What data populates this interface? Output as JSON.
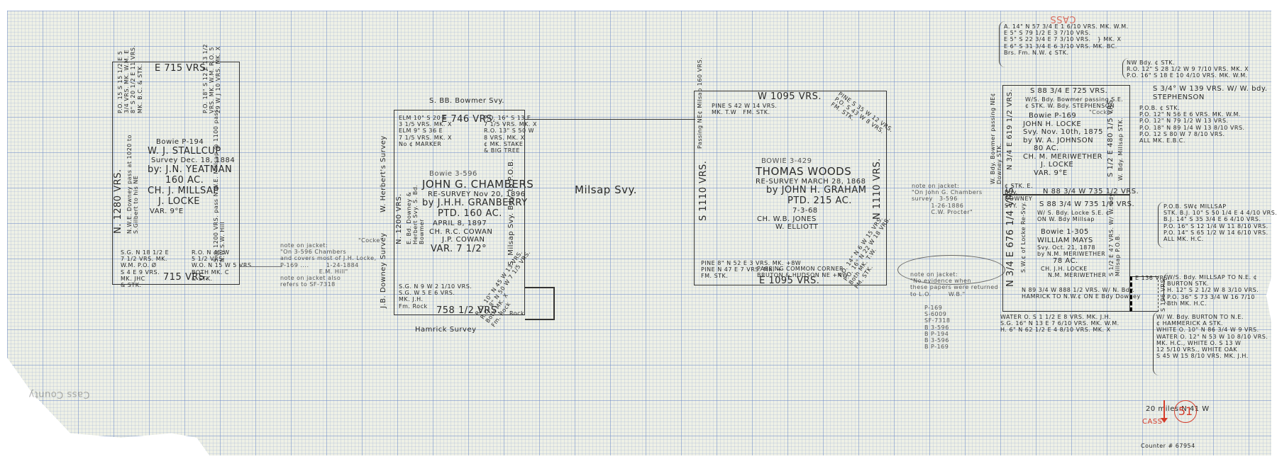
{
  "document": {
    "type": "survey sketch map on graph paper",
    "top_right_stamp": "CASS",
    "bottom_left_faint": "Cass County",
    "bottom_right": {
      "distance": "20 miles N 41 W",
      "county": "CASS",
      "sheet_number": "51",
      "counter": "Counter # 67954"
    }
  },
  "center_label": "Milsap Svy.",
  "tract1": {
    "top": "E 715 VRS.",
    "bottom": "715 VRS.",
    "left": "N. 1280 VRS.",
    "left_note": "N.W.E. Downey pass at 1020 to S.Gilbert to his NE",
    "right": "S @ 1200 VRS. pass N.W.E. Millsap @ 1100 pass N.W.S.W. Hill",
    "tl_corner": "P.O. 15 S 15 1/2 E 5 3/4 VRS. MK. W.M. E 8\" S 20 1/2 E 11 VRS. MK. B.C. & STK.",
    "tr_corner": "P.O. 18\" S 12 E 13 1/2 VRS. MK. W.M. R.O. 5 29 W J 10 VRS. MK. X",
    "bl_corner": "S.G. N 18 1/2 E\n7 1/2 VRS. MK.\nW.M. P.O. Ø\nS 4 E 9 VRS.\nMK. JHC\n& STK.",
    "br_corner": "R.O. N 45 W\n5 1/2 VRS.\nW.O. N 15 W 5 VRS.\nBOTH MK. C\n& STK.",
    "body": [
      "Bowie P-194",
      "W. J. STALLCUP",
      "Survey Dec. 18, 1884",
      "by: J.N. YEATMAN",
      "160 AC.",
      "CH. J. MILLSAP",
      "J. LOCKE",
      "VAR. 9°E"
    ]
  },
  "tract2": {
    "north_adjoiner": "S. BB. Bowmer Svy.",
    "west_adjoiner": "W. Herbert's Survey",
    "west_adjoiner2": "J.B. Downey Survey",
    "south_adjoiner": "Hamrick Survey",
    "top": "E 746 VRS.",
    "bottom": "758 1/2 VRS.",
    "left": "N. 1200 VRS.",
    "left_note": "E. Bd. Downey & Herbert Svy. S. Bd. Bowmer",
    "right": "S. Milsap Svy. Bdy. to P.O.B.",
    "tl_corner": "ELM 10\" S 20 E\n3 1/5 VRS. MK. X\nELM 9\" S 36 E\n7 1/5 VRS. MK. X\nNo ¢ MARKER",
    "tr_corner": "P.O. 16\" S 13 E\n7 1/5 VRS. MK. X\nR.O. 13\" S 50 W\n8 VRS. MK. X\n¢ MK. STAKE\n& BIG TREE",
    "bl_corner": "S.G. N 9 W 2 1/10 VRS.\nS.G. W 5 E 6 VRS.\nMK. J.H.\nFm. Rock",
    "br_corner": "R.O. 10\" N 45 W 13 VRS.\nR.O. 8\" N 50 W 7 1/5 VRS.\nBoth MK. X\nFm. Rock",
    "rock_label": "Rock",
    "body": [
      "Bowie 3-596",
      "JOHN G. CHAMBERS",
      "RE-SURVEY Nov 20, 1896",
      "by J.H.H. GRANBERRY",
      "PTD. 160 AC.",
      "APRIL 8, 1897",
      "CH. R.C. COWAN",
      "J.P. COWAN",
      "VAR. 7 1/2°"
    ]
  },
  "tract3": {
    "top": "W 1095 VRS.",
    "bottom": "E 1095 VRS.",
    "left": "S 1110 VRS.",
    "right": "N 1110 VRS.",
    "left_note": "Passing NE¢ Milsap 160 VRS.",
    "tl_corner": "PINE S 42 W 14 VRS.\nMK. T.W   FM. STK.",
    "tr_corner": "PINE S 35 W 12 VRS.\nP.O. S 43 W 8 VRS.\nFM. STK.",
    "bl_corner": "PINE 8\" N 52 E 3 VRS. MK. +8W\nPINE N 47 E 7 VRS. MK. +\nFM. STK.",
    "bottom_note": "PASSING COMMON CORNER\nBRUTON & HUDSON NE +NW",
    "br_corner": "P.O. 14\" N 6 W 15 VRS.\nP.O. 16\" N 22 W 18 VRS.\nBoth MK. T.W.\nFM. STK.",
    "body": [
      "BOWIE 3-429",
      "THOMAS WOODS",
      "RE-SURVEY MARCH 28, 1868",
      "by JOHN H. GRAHAM",
      "PTD. 215 AC.",
      "7-3-68",
      "CH. W.B. JONES",
      "W. ELLIOTT"
    ]
  },
  "tract4": {
    "top": "S 88 3/4 E 725 VRS.",
    "top_note": "W/S. Bdy. Bowmer passing S.E. ¢ STK. W. Bdy. STEPHENSON",
    "divider": "N 88 3/4 W 735 1/2 VRS.",
    "divider_note": "¢ STK. E. Bdy. DOWNEY SVY.",
    "left": "N 3/4 E 619 1/2 VRS.",
    "left_note": "W. Bdy. Bowmer passing NE¢ Downey STK.",
    "right": "S 1/2 E 480 1/5 VRS.",
    "right_note": "W. Bdy. Millsap STK.",
    "body": [
      "Bowie P-169",
      "JOHN H. LOCKE",
      "Svy. Nov. 10th, 1875",
      "by W. A. JOHNSON",
      "80 AC.",
      "CH. M. MERIWETHER",
      "J. LOCKE",
      "VAR. 9°E"
    ],
    "cocke_note": "\"Cocke\""
  },
  "tract5": {
    "top": "S 88 3/4 W 735 1/2 VRS.",
    "top_note": "W/ S. Bdy. Locke S.E. ¢\nON W. Bdy Millsap",
    "left": "N 3/4 E 676 1/4 VRS.",
    "left_note": "S.W.¢ of Locke Re-Svy.",
    "right": "S 1/2 E 47 VRS. W/ W. Bdy. Millsap P.O.B.",
    "bottom": "N 89 3/4 W 888 1/2 VRS. W/ N. Bdy.\nHAMRICK TO N.W.¢ ON E Bdy Downey",
    "body": [
      "Bowie 1-305",
      "WILLIAM MAYS",
      "Svy. Oct. 21, 1878",
      "by N.M. MERIWETHER",
      "78 AC.",
      "CH. J.H. LOCKE",
      "N.M. MERIWETHER"
    ],
    "bottom_calls": "WATER O. S 1 1/2 E 8 VRS. MK. J.H.\nS.G. 16\" N 13 E 7 6/10 VRS. MK. W.M.\nH. 6\" N 62 1/2 E 4 8/10 VRS. MK. X"
  },
  "tract6": {
    "top": "E 136 VRS.",
    "left": "S 196 VRS."
  },
  "right_notes": {
    "top_left_block": "A. 14\" N 57 3/4 E 1 6/10 VRS. MK. W.M.\nE 5\" S 79 1/2 E 3 7/10 VRS.\nE 5\" S 22 3/4 E 7 3/10 VRS.   } MK. X\nE 6\" S 31 3/4 E 6 3/10 VRS. MK. BC.\nBrs. Fm. N.W. ¢ STK.",
    "nw_block": "NW Bdy. ¢ STK.\nR.O. 12\" S 28 1/2 W 9 7/10 VRS. MK. X\nP.O. 16\" S 18 E 10 4/10 VRS. MK. W.M.",
    "stephenson_call": "S 3/4° W 139 VRS. W/ W. bdy.\nSTEPHENSON",
    "pob_block": "P.O.B. ¢ STK.\nP.O. 12\" N 56 E 6 VRS. MK. W.M.\nP.O. 12\" N 79 1/2 W 13 VRS.\nP.O. 18\" N 89 1/4 W 13 8/10 VRS.\nP.O. 12 S 80 W 7 8/10 VRS.\nALL MK. E.B.C.",
    "pob_sw_block": "P.O.B. SW¢ MILLSAP\nSTK. B.J. 10\" S 50 1/4 E 4 4/10 VRS.\nB.J. 14\" S 35 3/4 E 6 4/10 VRS.\nP.O. 16\" S 12 1/4 W 11 8/10 VRS.\nP.O. 14\" S 65 1/2 W 14 6/10 VRS.\nALL MK. H.C.",
    "burton_block": "W/S. Bdy. MILLSAP TO N.E. ¢\nBURTON STK.\nH. 12\" S 2 1/2 W 8 3/10 VRS.\nP.O. 36\" S 73 3/4 W 16 7/10\nBth MK. H.C.",
    "hammerick_block": "W/ W. Bdy. BURTON TO N.E.\n¢ HAMMERICK A STK.\nWHITE O. 10\" N 86 3/4 W 9 VRS.\nWATER O. 12\" N 53 W 10 8/10 VRS.\nMK. H.C., WHITE O. S 13 W\n12 5/10 VRS., WHITE OAK\nS 45 W 15 8/10 VRS. MK. J.H."
  },
  "jacket_notes": {
    "note1": "note on jacket:\n\"On 3-596 Chambers\nand covers most of J.H. Locke,\nP-169 ....        1-24-1884\n                  E.M. Hill\"\nnote on jacket also\nrefers to SF-7318",
    "cocke_tag": "\"Cocke\"",
    "note2": "note on jacket:\n\"On John G. Chambers\nsurvey   3-596\n         1-26-1886\n         C.W. Procter\"",
    "note3": "note on jacket:\n\"No evidence when\nthese papers were returned\nto L.O.        W.B.\"",
    "note3_list": "P-169\nS-6009\nSF-7318\nB 3-596\nB P-194\nB 3-596\nB P-169"
  }
}
